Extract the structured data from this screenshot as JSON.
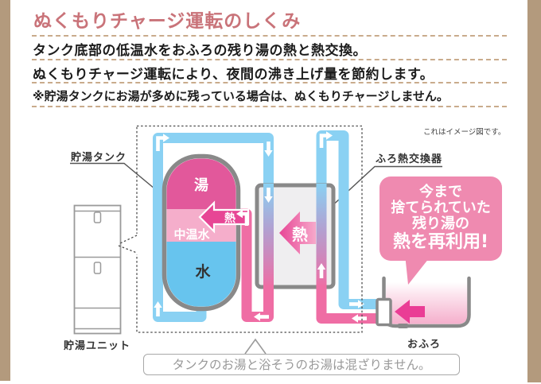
{
  "header": {
    "title": "ぬくもりチャージ運転のしくみ",
    "line1": "タンク底部の低温水をおふろの残り湯の熱と熱交換。",
    "line2": "ぬくもりチャージ運転により、夜間の沸き上げ量を節約します。",
    "note": "※貯湯タンクにお湯が多めに残っている場合は、ぬくもりチャージしません。"
  },
  "diagram": {
    "image_note": "これはイメージ図です。",
    "tank_label": "貯湯タンク",
    "exchanger_label": "ふろ熱交換器",
    "unit_label": "貯湯ユニット",
    "bath_label": "おふろ",
    "tank": {
      "hot": "湯",
      "mid": "中温水",
      "cold": "水"
    },
    "heat_tank": "熱",
    "heat_exchanger": "熱",
    "bubble": {
      "line1": "今まで",
      "line2": "捨てられていた",
      "line3": "残り湯の",
      "line4": "熱を再利用!"
    },
    "bottom_note": "タンクのお湯と浴そうのお湯は混ざりません。"
  },
  "colors": {
    "frame_tan": "#b39a7d",
    "title_red": "#c97379",
    "separator_tan": "#c9ab8c",
    "pipe_hot_pink": "#ef6da4",
    "pipe_cold_blue": "#8ad1f3",
    "tank_hot": "#e2589b",
    "tank_mid": "#f5aecb",
    "tank_cold": "#67c4ee",
    "heat_arrow_pink": "#e74695",
    "bubble_pink": "#ef8ab0",
    "outline_gray": "#898989"
  }
}
